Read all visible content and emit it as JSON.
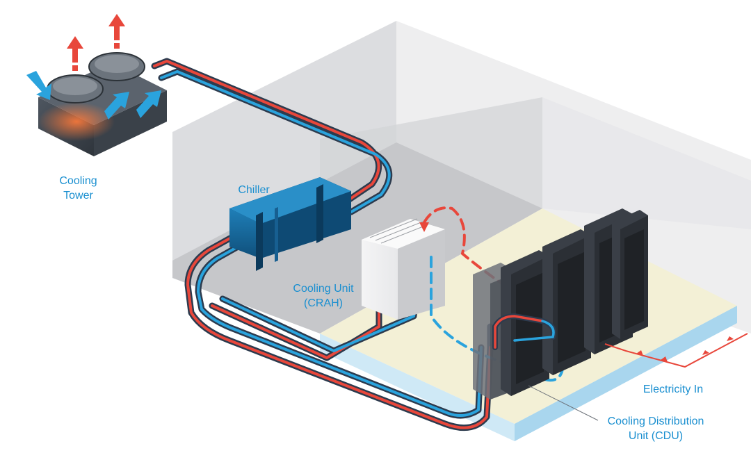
{
  "diagram": {
    "colors": {
      "hot": "#e8473b",
      "cold": "#2aa3dd",
      "label": "#1a8fd0",
      "pipe_outline": "#2c3b4e",
      "wall": "#d9dadc",
      "floor": "#f3f0d6",
      "raised_floor": "#cfe9f6",
      "rack": "#3a3f47"
    },
    "labels": {
      "cooling_tower": {
        "line1": "Cooling",
        "line2": "Tower"
      },
      "chiller": "Chiller",
      "cooling_unit": {
        "line1": "Cooling Unit",
        "line2": "(CRAH)"
      },
      "electricity_in": "Electricity In",
      "cdu": {
        "line1": "Cooling Distribution",
        "line2": "Unit (CDU)"
      }
    }
  }
}
